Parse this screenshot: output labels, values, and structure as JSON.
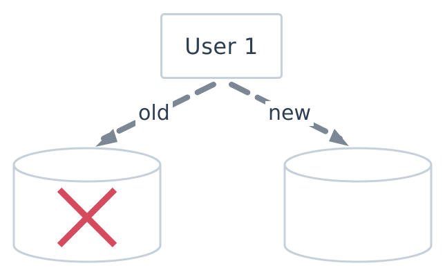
{
  "user_node": {
    "label": "User 1"
  },
  "edges": {
    "old": {
      "label": "old",
      "style": "dashed"
    },
    "new": {
      "label": "new",
      "style": "dashed"
    }
  },
  "databases": {
    "old": {
      "status": "removed",
      "marker": "x-icon"
    },
    "new": {
      "status": "active"
    }
  },
  "colors": {
    "node_border": "#c5d0da",
    "arrow": "#7b8794",
    "text": "#2d3e50",
    "cross": "#d64a5e"
  }
}
